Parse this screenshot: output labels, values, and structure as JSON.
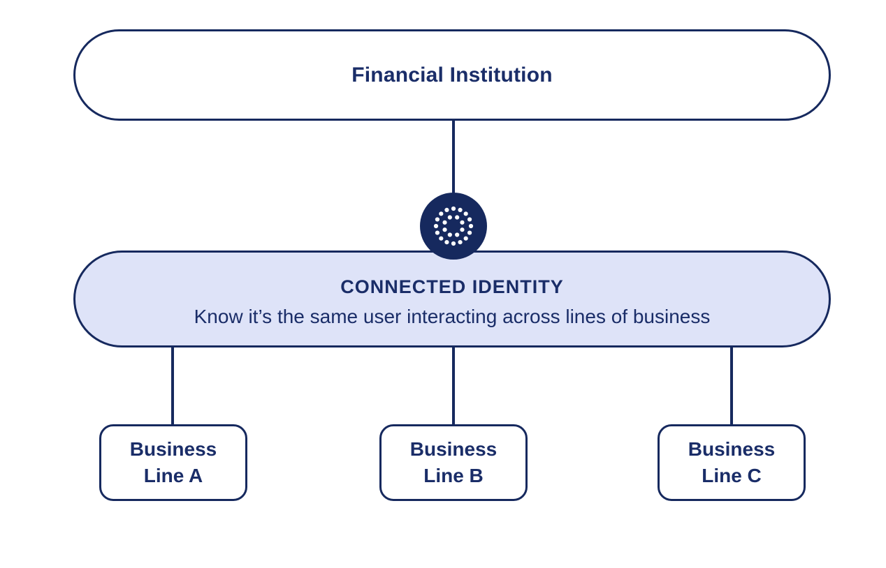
{
  "diagram": {
    "financial_institution": {
      "label": "Financial Institution"
    },
    "connected_identity": {
      "title": "CONNECTED IDENTITY",
      "subtitle": "Know it’s the same user interacting across lines of business"
    },
    "business_lines": [
      {
        "line1": "Business",
        "line2": "Line A"
      },
      {
        "line1": "Business",
        "line2": "Line B"
      },
      {
        "line1": "Business",
        "line2": "Line C"
      }
    ],
    "logo": {
      "icon": "dotted-ring-icon"
    },
    "colors": {
      "navy": "#16295E",
      "text_navy": "#1A2D68",
      "identity_fill": "#DEE3F8",
      "background": "#FFFFFF",
      "dot_color": "#FFFFFF"
    }
  }
}
